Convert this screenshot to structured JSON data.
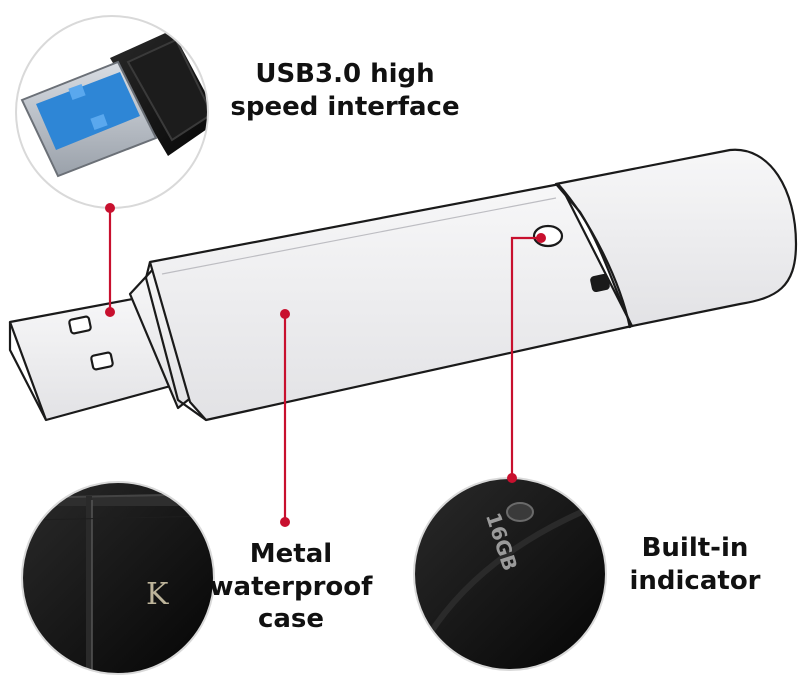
{
  "callouts": {
    "usb": {
      "line1": "USB3.0 high",
      "line2": "speed interface"
    },
    "case": {
      "line1": "Metal",
      "line2": "waterproof",
      "line3": "case"
    },
    "indicator": {
      "line1": "Built-in",
      "line2": "indicator"
    }
  },
  "closeups": {
    "indicator_capacity_text": "16GB",
    "case_logo_letter": "K"
  },
  "colors": {
    "leader": "#c8102e",
    "body_fill": "#ececee",
    "outline": "#1a1a1a",
    "usb_blue": "#2e86d6",
    "closeup_dark": "#111111"
  }
}
